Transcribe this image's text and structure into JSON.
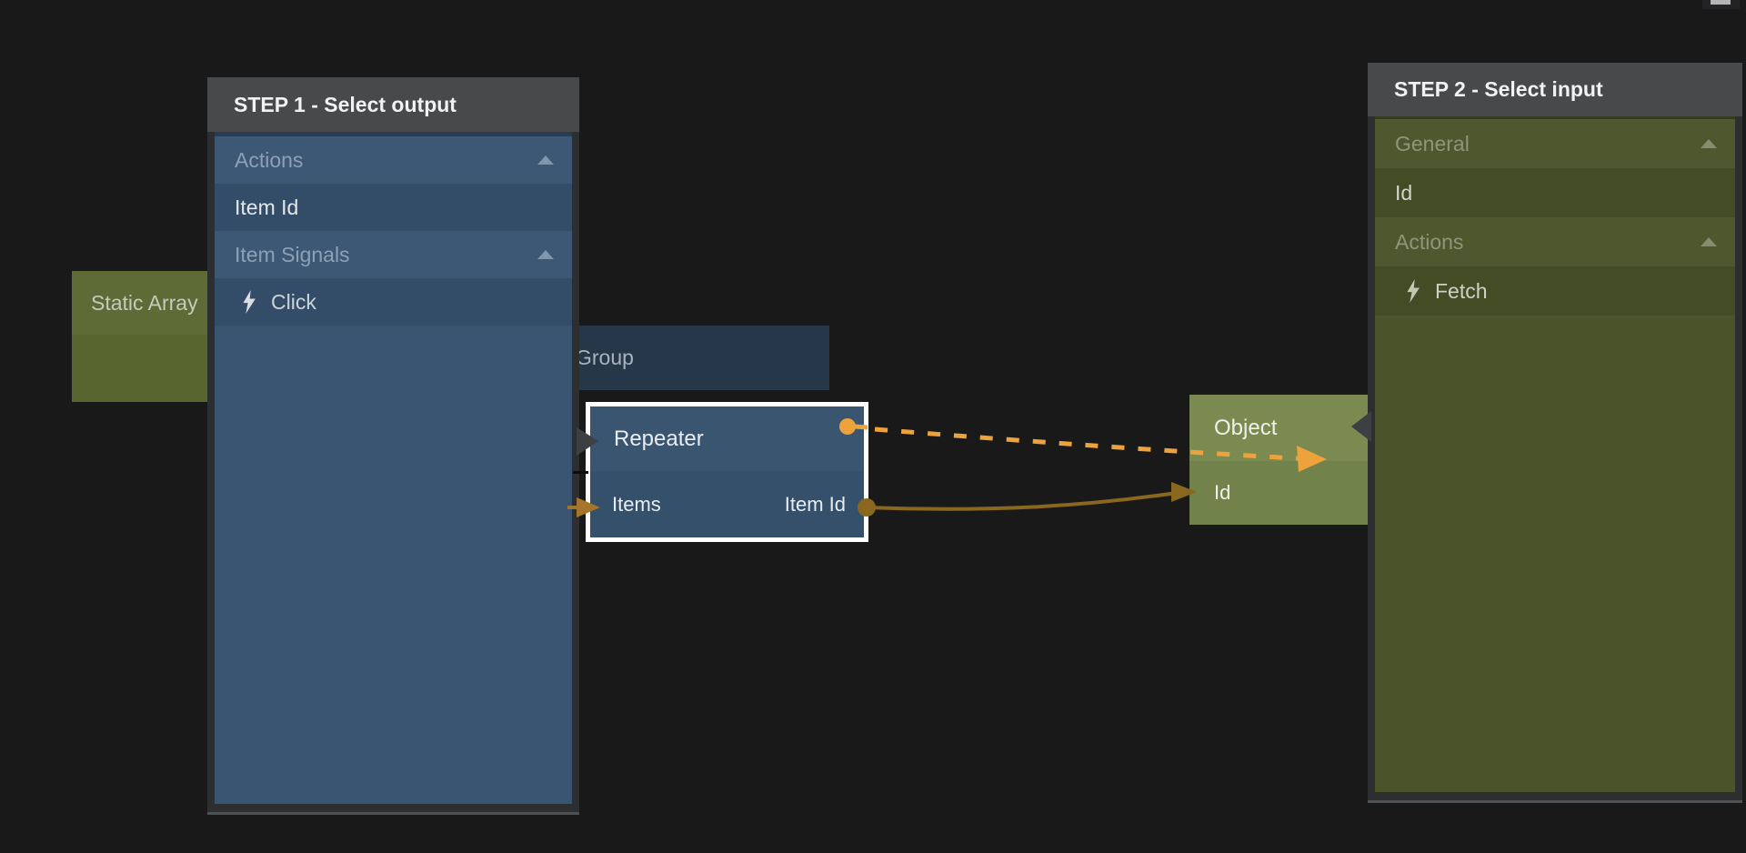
{
  "step1": {
    "title": "STEP 1 - Select output",
    "rows": [
      {
        "label": "Actions",
        "type": "section"
      },
      {
        "label": "Item Id",
        "type": "item"
      },
      {
        "label": "Item Signals",
        "type": "section"
      },
      {
        "label": "Click",
        "type": "signal",
        "icon": "lightning-icon"
      }
    ]
  },
  "step2": {
    "title": "STEP 2 - Select input",
    "rows": [
      {
        "label": "General",
        "type": "section"
      },
      {
        "label": "Id",
        "type": "item"
      },
      {
        "label": "Actions",
        "type": "section"
      },
      {
        "label": "Fetch",
        "type": "signal",
        "icon": "lightning-icon"
      }
    ]
  },
  "nodes": {
    "static_array": {
      "title": "Static Array"
    },
    "group": {
      "title": "Group"
    },
    "repeater": {
      "title": "Repeater",
      "input_port": "Items",
      "output_port": "Item Id"
    },
    "object": {
      "title": "Object",
      "input_port": "Id"
    }
  },
  "colors": {
    "accent_orange": "#eda23c",
    "connection_gold": "#8a671f",
    "port_arrow_brown": "#a4752b",
    "node_caret_gray": "#3d4043",
    "hidden_stub_dark": "#0d0d0d",
    "node_border_selected": "#ffffff"
  }
}
